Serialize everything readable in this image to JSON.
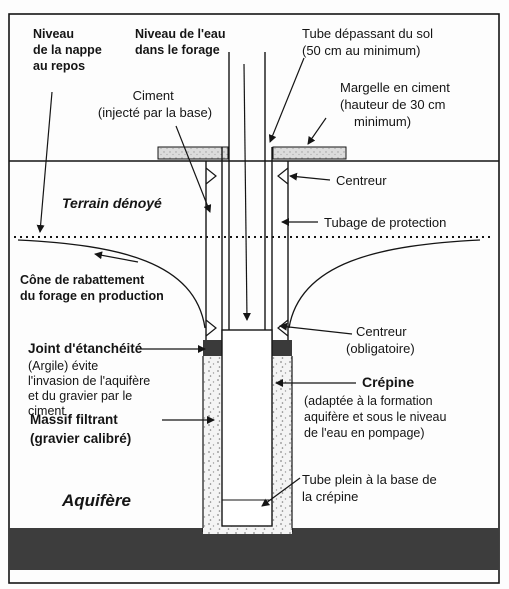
{
  "labels": {
    "water_table_rest": [
      "Niveau",
      "de la nappe",
      "au repos"
    ],
    "water_level_borehole": [
      "Niveau de l'eau",
      "dans le forage"
    ],
    "tube_above_ground": [
      "Tube dépassant du sol",
      "(50 cm au minimum)"
    ],
    "cement": [
      "Ciment",
      "(injecté par la base)"
    ],
    "cement_curb": [
      "Margelle en ciment",
      "(hauteur de 30 cm",
      "minimum)"
    ],
    "centralizer_top": "Centreur",
    "unsaturated_zone": "Terrain dénoyé",
    "protection_casing": "Tubage de protection",
    "drawdown_cone": [
      "Cône de rabattement",
      "du forage en production"
    ],
    "seal_title": "Joint d'étanchéité",
    "seal_desc": [
      "(Argile) évite",
      "l'invasion de l'aquifère",
      "et du   gravier par le",
      "ciment"
    ],
    "centralizer_bottom": [
      "Centreur",
      "(obligatoire)"
    ],
    "screen_title": "Crépine",
    "screen_desc": [
      "(adaptée à la formation",
      "aquifère et sous le niveau",
      "de l'eau en pompage)"
    ],
    "gravel_pack": [
      "Massif filtrant",
      "(gravier calibré)"
    ],
    "aquifer": "Aquifère",
    "blank_tube": [
      "Tube plein à la base de",
      "la crépine"
    ]
  },
  "colors": {
    "line": "#151515",
    "seal": "#3a3a3a",
    "bedrock": "#3d3d3d",
    "curb": "#d9d9d9",
    "gravel": "#b5b5b5"
  }
}
